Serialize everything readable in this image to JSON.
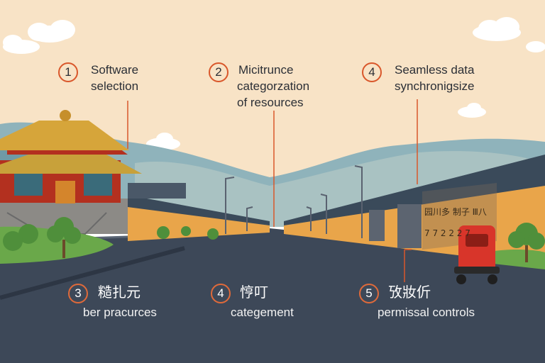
{
  "callouts": [
    {
      "number": "1",
      "lines": [
        "Software",
        "selection"
      ]
    },
    {
      "number": "2",
      "lines": [
        "Micitrunce",
        "categorzation",
        "of resources"
      ]
    },
    {
      "number": "4",
      "lines": [
        "Seamless data",
        "synchronigsize"
      ]
    },
    {
      "number": "3",
      "cjk": "糙扎元",
      "label": "ber pracurces"
    },
    {
      "number": "4",
      "cjk": "悙叮",
      "label": "categement"
    },
    {
      "number": "5",
      "cjk": "攷妝伒",
      "label": "permissal controls"
    }
  ],
  "wall_signs": {
    "left_sign": "",
    "right_sign_top": "园川多 制子 Ⅲ八",
    "right_sign_bottom": "7 7 2 2 2 7"
  },
  "colors": {
    "sky": "#f8e3c6",
    "road": "#3d4858",
    "wall": "#e9a54a",
    "roof": "#3a4a5a",
    "accent": "#d9572b",
    "robot": "#d8352a"
  }
}
